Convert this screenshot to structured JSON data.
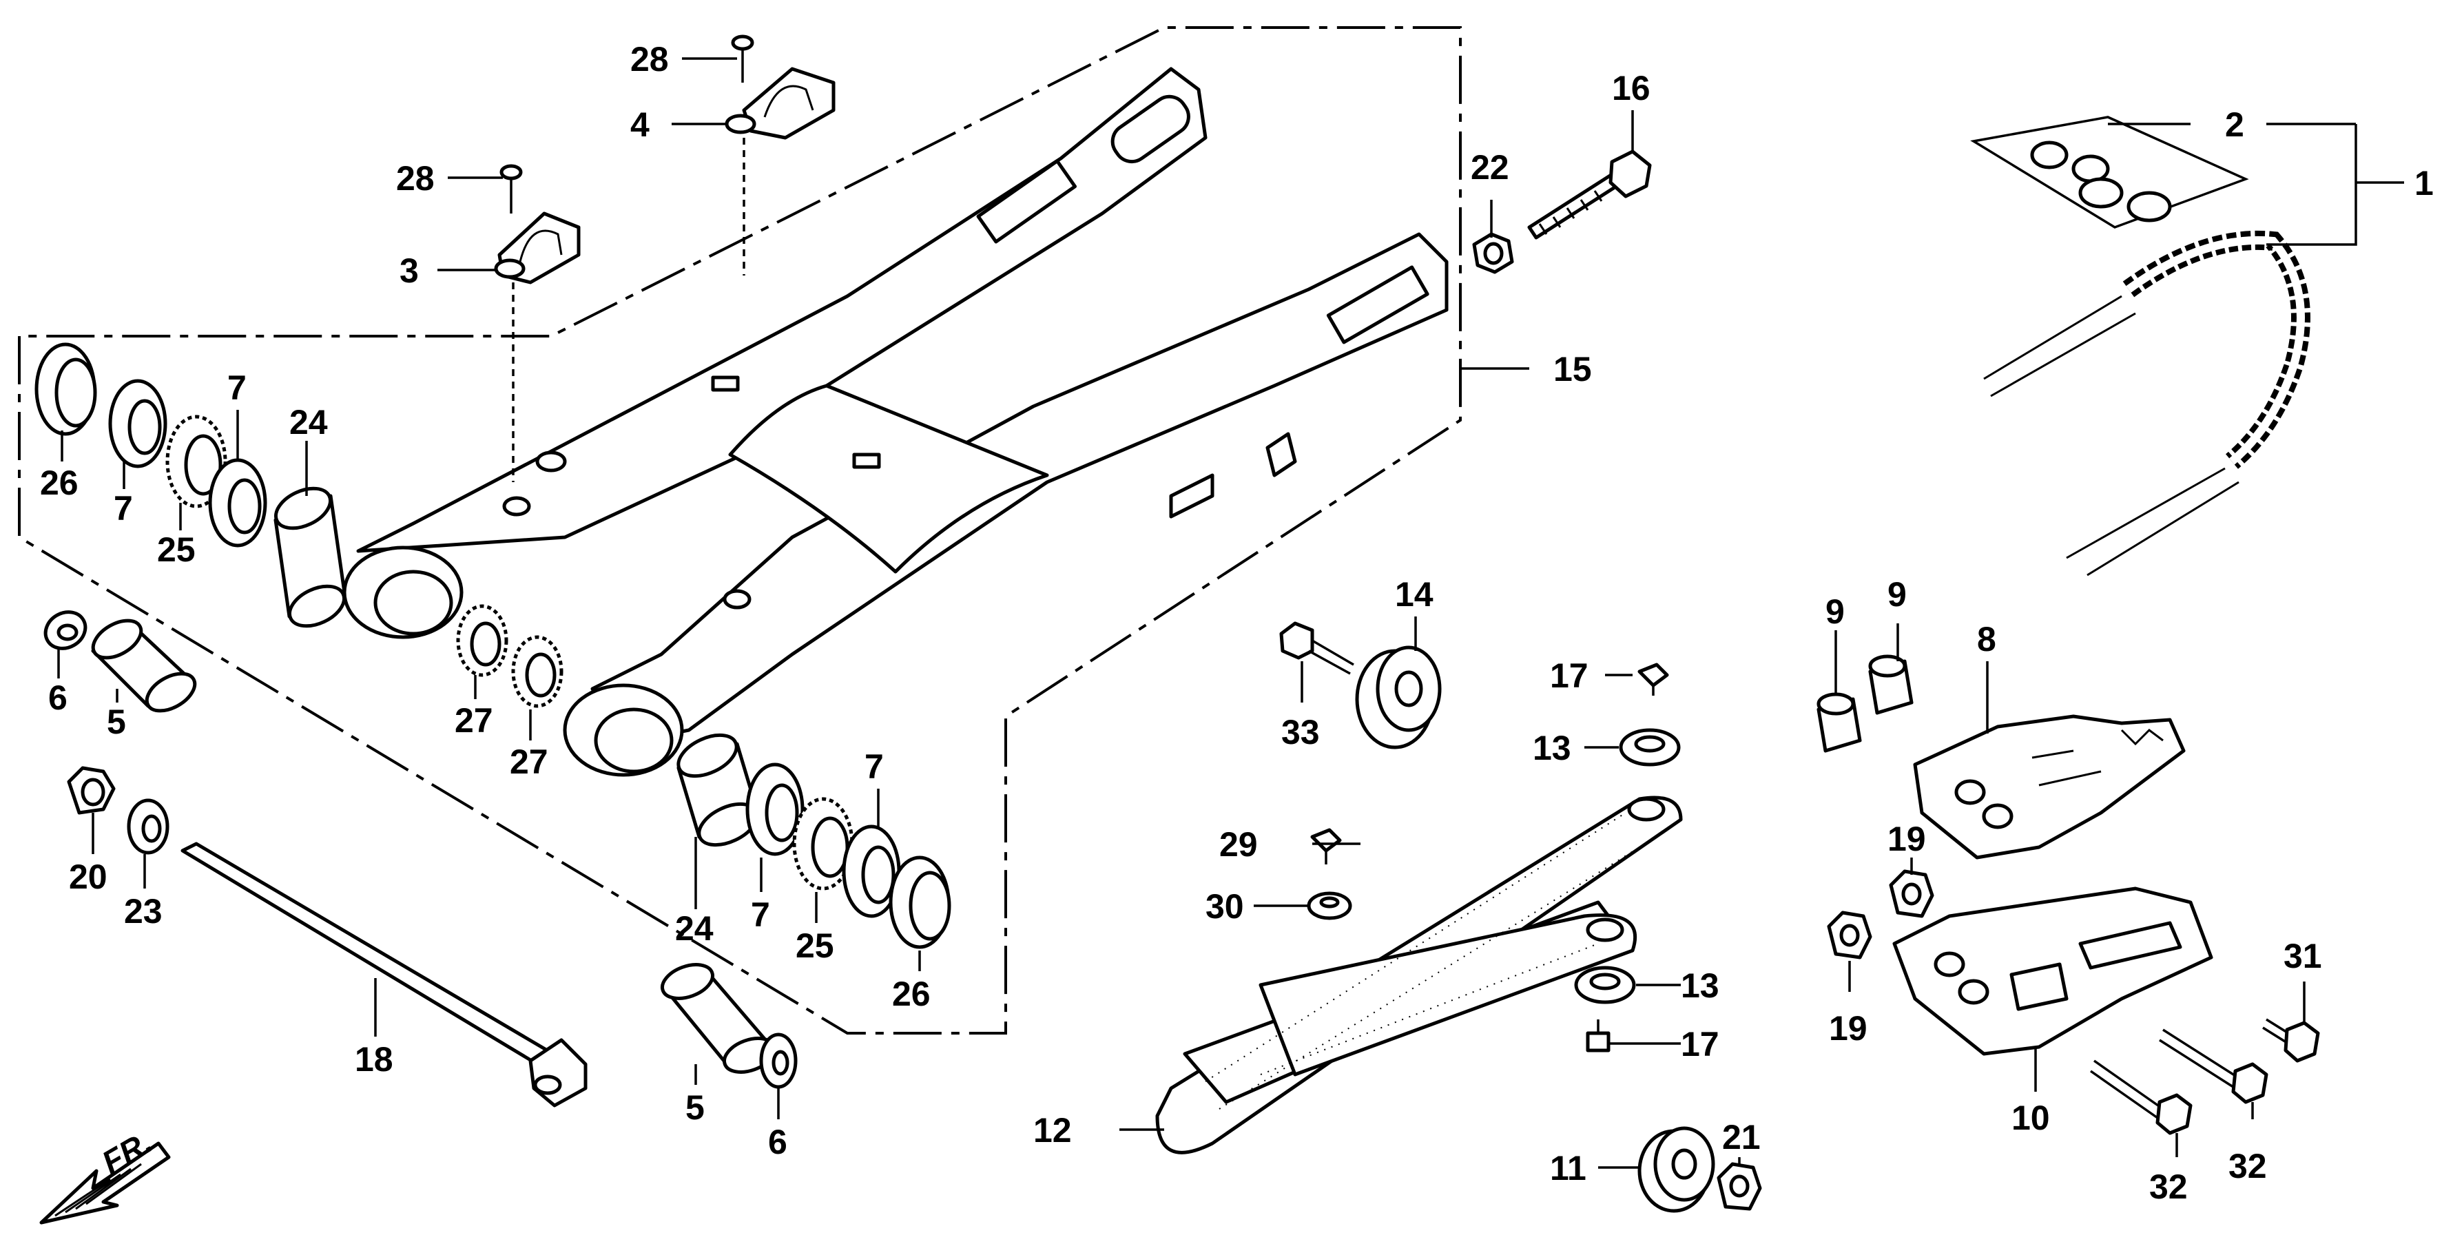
{
  "front_indicator": "FR.",
  "labels": {
    "p1": "1",
    "p2": "2",
    "p3": "3",
    "p4": "4",
    "p5a": "5",
    "p5b": "5",
    "p6a": "6",
    "p6b": "6",
    "p7a": "7",
    "p7b": "7",
    "p7c": "7",
    "p7d": "7",
    "p8": "8",
    "p9a": "9",
    "p9b": "9",
    "p10": "10",
    "p11": "11",
    "p12": "12",
    "p13a": "13",
    "p13b": "13",
    "p14": "14",
    "p15": "15",
    "p16": "16",
    "p17a": "17",
    "p17b": "17",
    "p18": "18",
    "p19a": "19",
    "p19b": "19",
    "p20": "20",
    "p21": "21",
    "p22": "22",
    "p23": "23",
    "p24a": "24",
    "p24b": "24",
    "p25a": "25",
    "p25b": "25",
    "p26a": "26",
    "p26b": "26",
    "p27a": "27",
    "p27b": "27",
    "p28a": "28",
    "p28b": "28",
    "p29": "29",
    "p30": "30",
    "p31": "31",
    "p32a": "32",
    "p32b": "32",
    "p33": "33"
  }
}
